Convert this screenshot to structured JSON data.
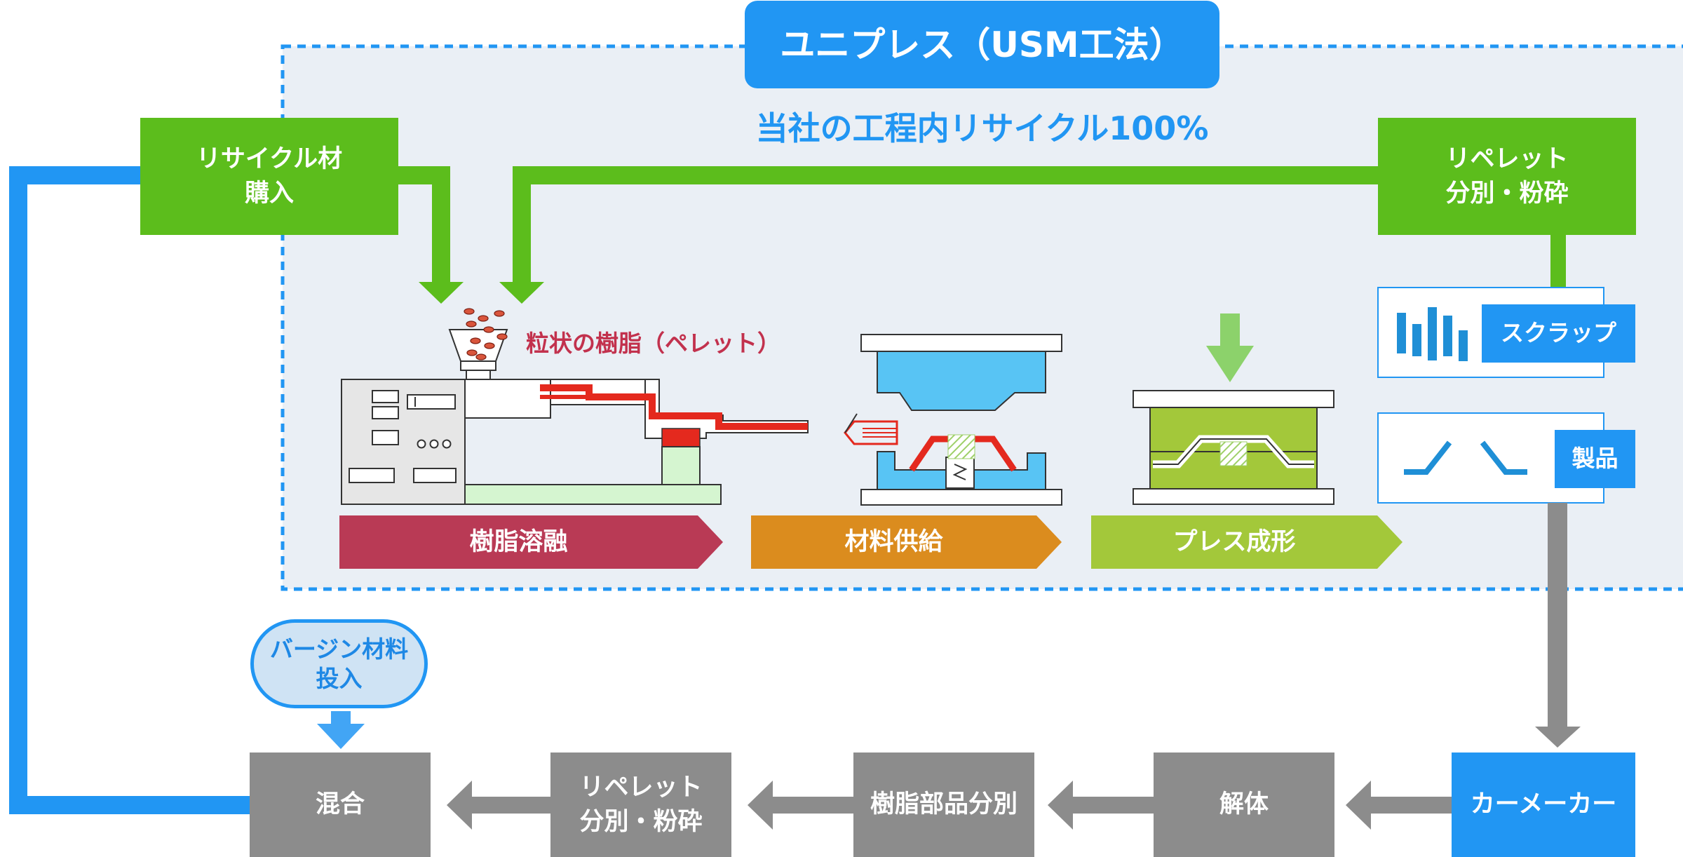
{
  "title": "ユニプレス（USM工法）",
  "subtitle": "当社の工程内リサイクル100%",
  "recycle_purchase": "リサイクル材\n購入",
  "repellet_top": "リペレット\n分別・粉砕",
  "pellet_label": "粒状の樹脂（ペレット）",
  "scrap_label": "スクラップ",
  "product_label": "製品",
  "steps": [
    "樹脂溶融",
    "材料供給",
    "プレス成形"
  ],
  "virgin_material": "バージン材料\n投入",
  "flow": [
    "混合",
    "リペレット\n分別・粉砕",
    "樹脂部品分別",
    "解体",
    "カーメーカー"
  ],
  "colors": {
    "green": "#5cbd1c",
    "blue": "#2196f3",
    "gray": "#8c8c8c",
    "step_melt": "#b93a55",
    "step_supply": "#db8c1e",
    "step_press": "#a3c83a",
    "mold_blue": "#58c4f4",
    "mold_green": "#a3c83a",
    "resin_red": "#e4291e",
    "panel_bg": "#eaeff5"
  }
}
